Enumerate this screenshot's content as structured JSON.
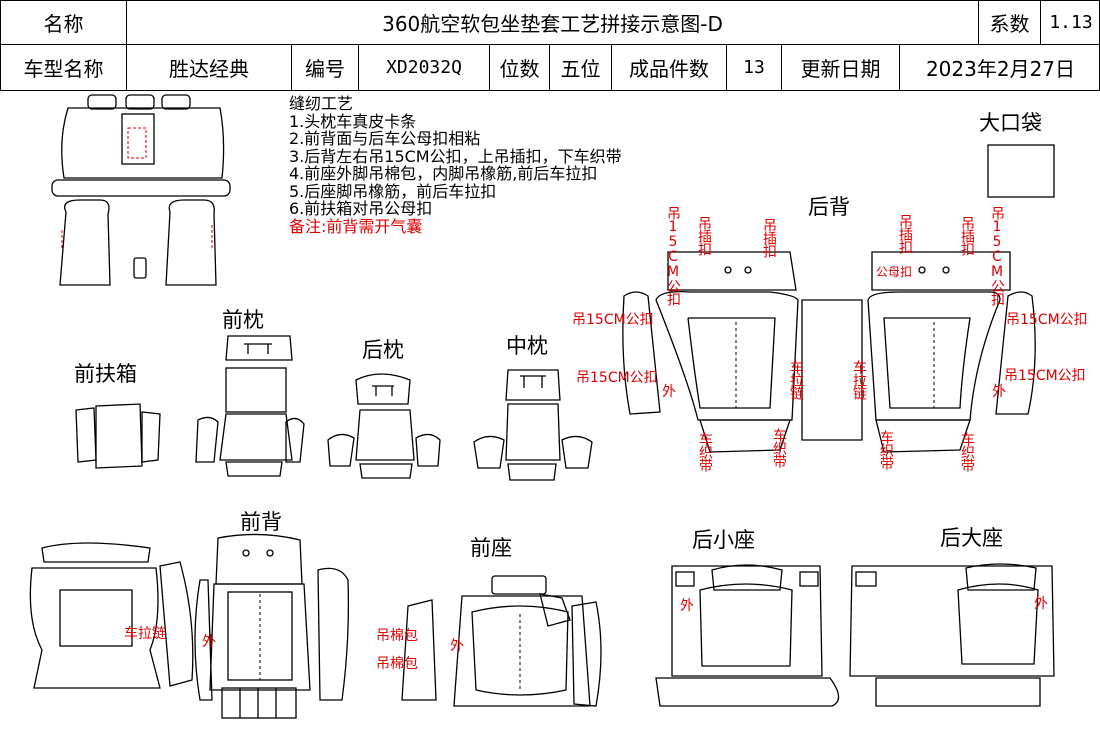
{
  "header": {
    "name_label": "名称",
    "title": "360航空软包坐垫套工艺拼接示意图-D",
    "coef_label": "系数",
    "coef_value": "1.13",
    "model_label": "车型名称",
    "model_value": "胜达经典",
    "code_label": "编号",
    "code_value": "XD2032Q",
    "seats_label": "位数",
    "seats_value": "五位",
    "count_label": "成品件数",
    "count_value": "13",
    "date_label": "更新日期",
    "date_value": "2023年2月27日"
  },
  "notes": {
    "title": "缝纫工艺",
    "items": [
      "1.头枕车真皮卡条",
      "2.前背面与后车公母扣相粘",
      "3.后背左右吊15CM公扣，上吊插扣，下车织带",
      "4.前座外脚吊棉包，内脚吊橡筋,前后车拉扣",
      "5.后座脚吊橡筋，前后车拉扣",
      "6.前扶箱对吊公母扣"
    ],
    "remark": "备注:前背需开气囊"
  },
  "sections": {
    "big_pocket": "大口袋",
    "rear_back": "后背",
    "front_headrest": "前枕",
    "rear_headrest": "后枕",
    "middle_headrest": "中枕",
    "front_armrest": "前扶箱",
    "front_back": "前背",
    "front_seat": "前座",
    "rear_small_seat": "后小座",
    "rear_big_seat": "后大座"
  },
  "annotations": {
    "hang_15cm": "吊15CM公扣",
    "hang_plug": "吊插扣",
    "male_female": "公母扣",
    "outer": "外",
    "zip": "车拉链",
    "webbing": "车织带",
    "cotton_pack": "吊棉包"
  },
  "colors": {
    "annotation": "#e00000",
    "watermark": "#c8c8e8"
  }
}
